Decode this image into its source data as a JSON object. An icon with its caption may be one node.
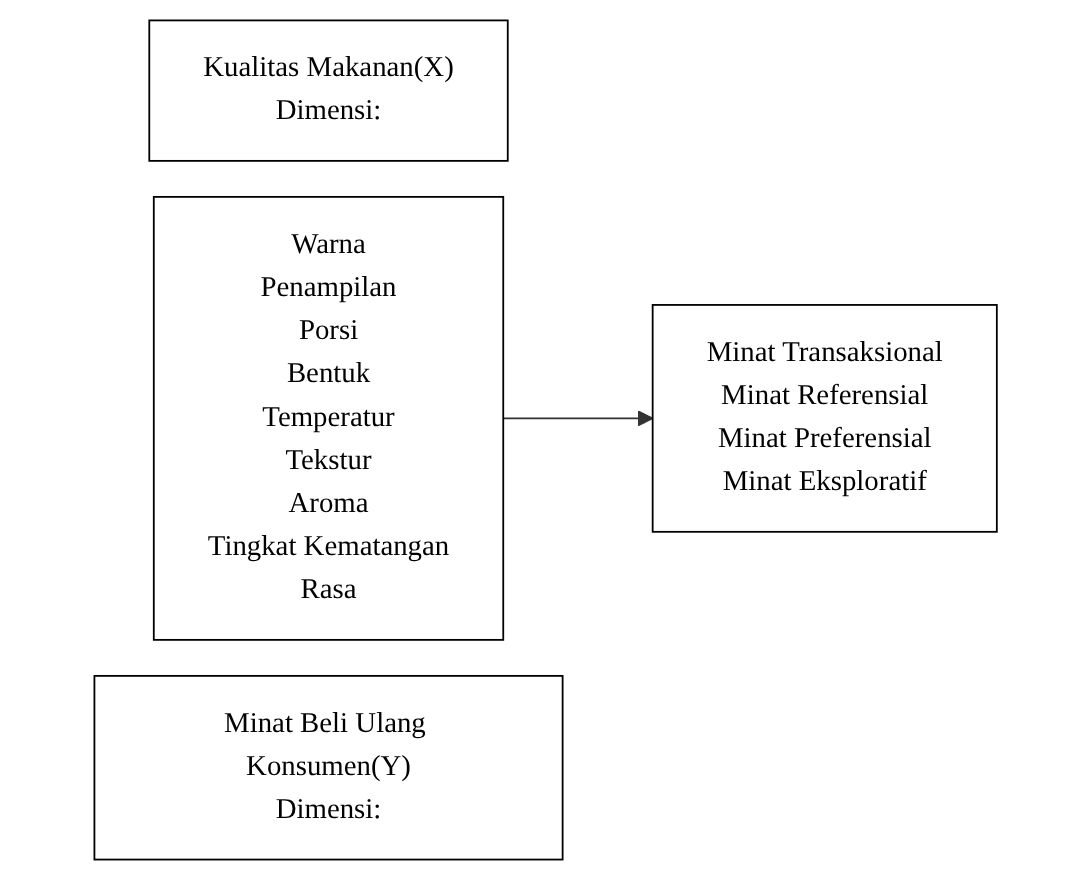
{
  "diagram": {
    "nodes": [
      {
        "text": [
          "Kualitas Makanan(X)",
          "Dimensi:"
        ]
      },
      {
        "text": [
          "Warna",
          "Penampilan",
          "Porsi",
          "Bentuk",
          "Temperatur",
          "Tekstur",
          "Aroma",
          "Tingkat Kematangan",
          "Rasa"
        ]
      },
      {
        "text": [
          "Minat Beli Ulang Konsumen(Y)",
          "Dimensi:"
        ]
      },
      {
        "text": [
          "Minat Transaksional",
          "Minat Referensial",
          "Minat Preferensial",
          "Minat Eksploratif"
        ]
      }
    ],
    "edges": [
      {
        "from": 1,
        "to": 3,
        "arrow": "to"
      }
    ]
  }
}
